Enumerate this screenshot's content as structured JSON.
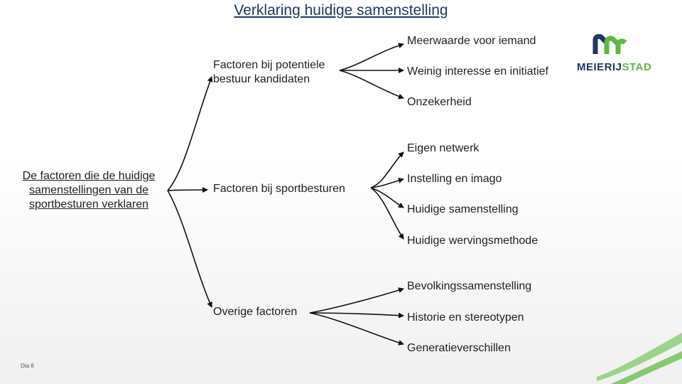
{
  "title": "Verklaring huidige samenstelling",
  "root": "De factoren die de huidige samenstellingen van de sportbesturen verklaren",
  "branches": [
    {
      "label": "Factoren bij potentiele bestuur kandidaten",
      "leaves": [
        "Meerwaarde voor iemand",
        "Weinig interesse en initiatief",
        "Onzekerheid"
      ]
    },
    {
      "label": "Factoren bij sportbesturen",
      "leaves": [
        "Eigen netwerk",
        "Instelling en imago",
        "Huidige samenstelling",
        "Huidige wervingsmethode"
      ]
    },
    {
      "label": "Overige factoren",
      "leaves": [
        "Bevolkingssamenstelling",
        "Historie en stereotypen",
        "Generatieverschillen"
      ]
    }
  ],
  "logo": {
    "part1": "MEIERIJ",
    "part2": "STAD",
    "color_dark": "#1f3864",
    "color_green": "#5fb643"
  },
  "footer": "Dia 8"
}
